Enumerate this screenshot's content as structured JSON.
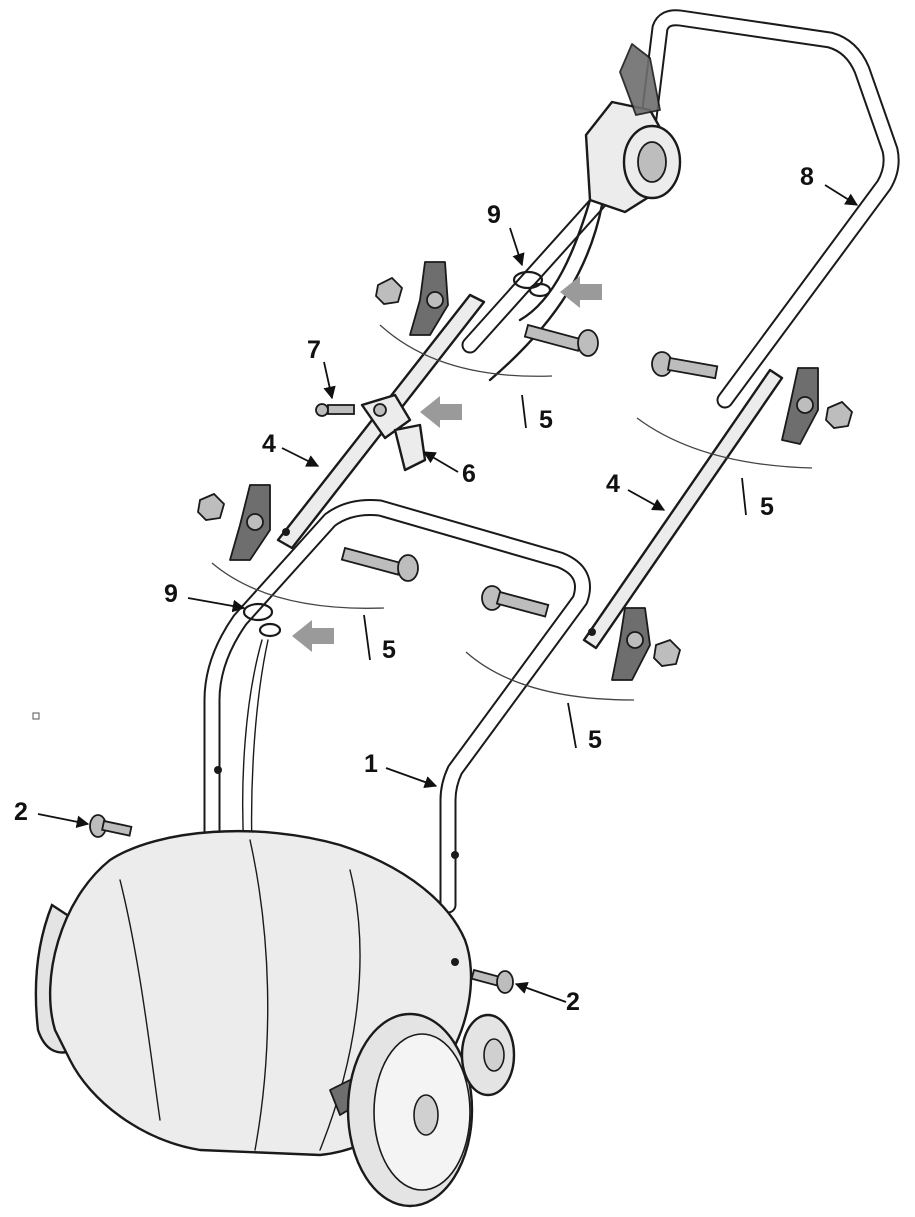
{
  "labels": {
    "n1": "1",
    "n2a": "2",
    "n2b": "2",
    "n4a": "4",
    "n4b": "4",
    "n5a": "5",
    "n5b": "5",
    "n5c": "5",
    "n5d": "5",
    "n6": "6",
    "n7": "7",
    "n8": "8",
    "n9a": "9",
    "n9b": "9"
  }
}
